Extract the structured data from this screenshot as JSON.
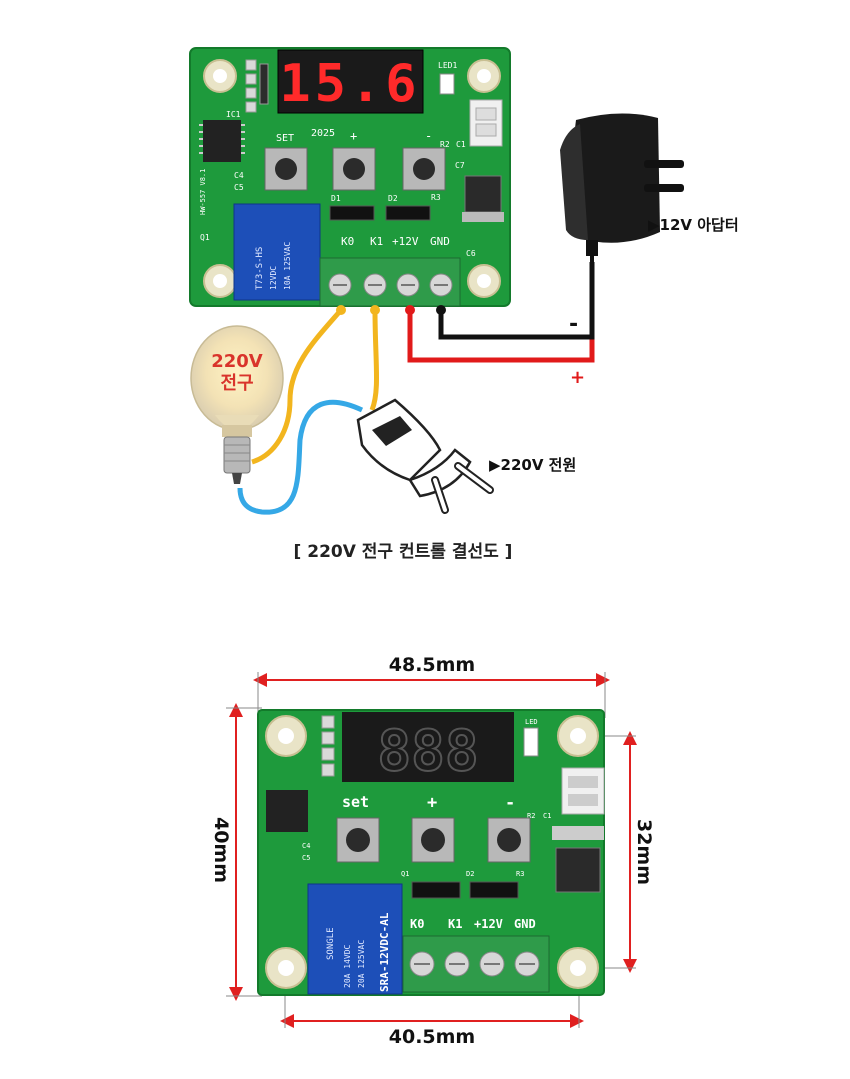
{
  "wiring_diagram": {
    "display_digits": "15.6",
    "pcb_marks": {
      "set": "SET",
      "year": "2025",
      "plus": "+",
      "minus": "-",
      "led": "LED1",
      "ic": "IC1",
      "model": "HW-557 V8.1",
      "c4": "C4",
      "c5": "C5",
      "r2": "R2",
      "c1": "C1",
      "c7": "C7",
      "d1": "D1",
      "d2": "D2",
      "r3": "R3",
      "q1": "Q1",
      "c6": "C6"
    },
    "relay_text": [
      "T73-S-HS",
      "12VDC",
      "10A 125VAC"
    ],
    "terminals": [
      "K0",
      "K1",
      "+12V",
      "GND"
    ],
    "adapter_label": "▶12V 아답터",
    "negative_sign": "-",
    "positive_sign": "+",
    "bulb_label_line1": "220V",
    "bulb_label_line2": "전구",
    "plug_label": "▶220V 전원",
    "caption": "[ 220V 전구 컨트롤 결선도 ]"
  },
  "dimension_diagram": {
    "width_top": "48.5mm",
    "height_left": "40mm",
    "height_right": "32mm",
    "width_bottom": "40.5mm",
    "pcb_marks": {
      "set": "set",
      "plus": "+",
      "minus": "-",
      "led": "LED",
      "r2": "R2",
      "c1": "C1",
      "c4": "C4",
      "c5": "C5",
      "q1": "Q1",
      "d2": "D2",
      "r3": "R3"
    },
    "relay_text": [
      "SRA-12VDC-AL",
      "20A 14VDC",
      "20A 125VAC"
    ],
    "relay_brand": "SONGLE",
    "terminals": [
      "K0",
      "K1",
      "+12V",
      "GND"
    ]
  },
  "colors": {
    "pcb": "#1e9a3c",
    "pcb_dark": "#137a2b",
    "display_red": "#ff2a2a",
    "relay_blue": "#1d4fb8",
    "wire_yellow": "#f2b51e",
    "wire_blue": "#35a8e6",
    "wire_red": "#e11a1a",
    "wire_black": "#111111",
    "dim_red": "#e02020"
  }
}
